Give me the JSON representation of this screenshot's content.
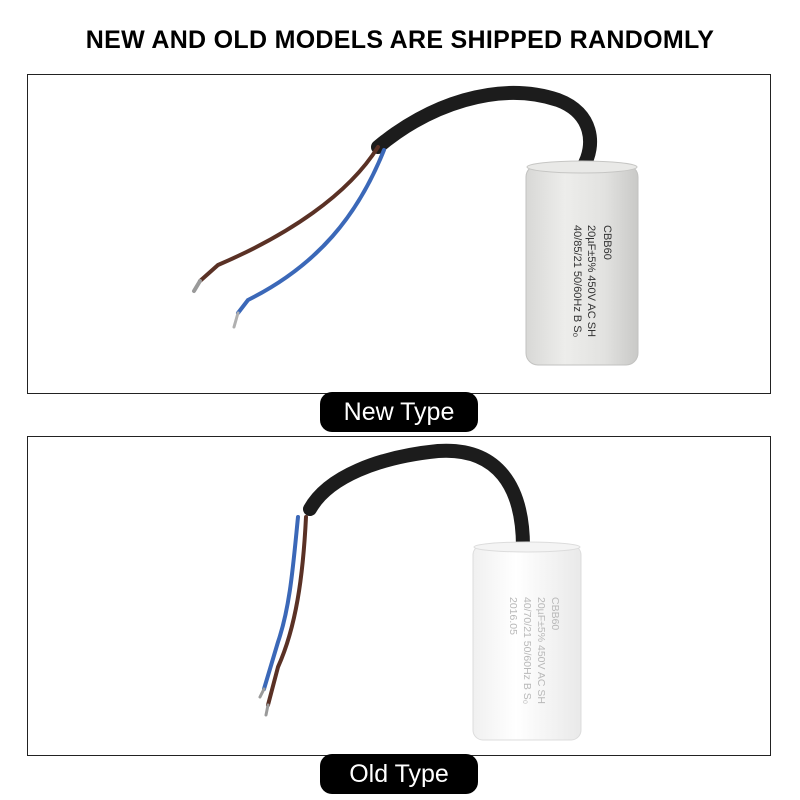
{
  "headline": "NEW AND OLD MODELS ARE SHIPPED RANDOMLY",
  "new_type": {
    "label": "New Type",
    "capacitor_lines": [
      "CBB60",
      "20µF±5% 450V AC SH",
      "40/85/21 50/60Hz B S₀"
    ]
  },
  "old_type": {
    "label": "Old Type",
    "capacitor_lines": [
      "CBB60",
      "20µF±5% 450V AC SH",
      "40/70/21 50/60Hz B S₀",
      "2016.05"
    ]
  }
}
